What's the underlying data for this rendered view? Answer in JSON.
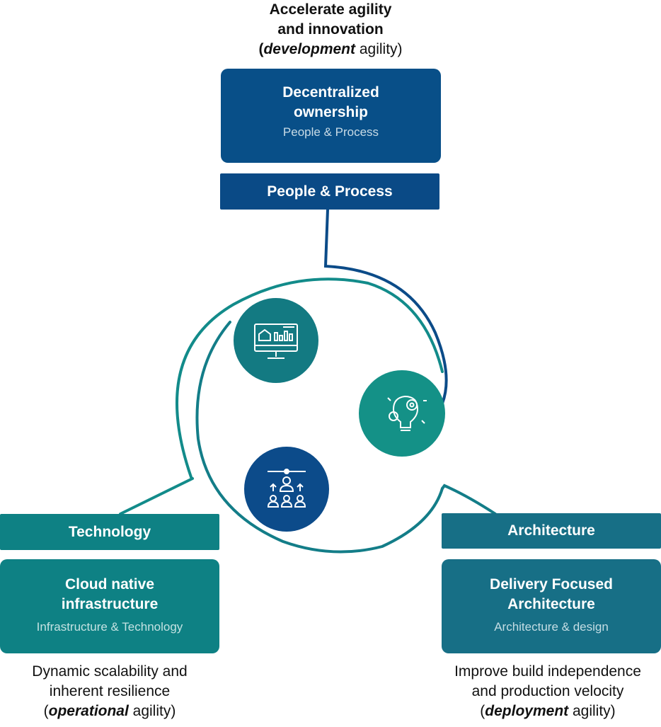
{
  "top": {
    "caption": {
      "line1": "Accelerate agility",
      "line2": "and innovation",
      "paren_open": "(",
      "emphasis": "development",
      "rest": " agility)"
    },
    "box": {
      "title_line1": "Decentralized",
      "title_line2": "ownership",
      "subtitle": "People & Process"
    },
    "bar": "People & Process"
  },
  "left": {
    "bar": "Technology",
    "box": {
      "title_line1": "Cloud native",
      "title_line2": "infrastructure",
      "subtitle": "Infrastructure & Technology"
    },
    "caption": {
      "line1": "Dynamic scalability and",
      "line2": "inherent resilience",
      "paren_open": "(",
      "emphasis": "operational",
      "rest": " agility)"
    }
  },
  "right": {
    "bar": "Architecture",
    "box": {
      "title_line1": "Delivery Focused",
      "title_line2": "Architecture",
      "subtitle": "Architecture & design"
    },
    "caption": {
      "line1": "Improve build independence",
      "line2": "and production velocity",
      "paren_open": "(",
      "emphasis": "deployment",
      "rest": " agility)"
    }
  },
  "icons": {
    "top_left": "dashboard-monitor-icon",
    "right": "lightbulb-gears-icon",
    "bottom": "team-hierarchy-icon"
  },
  "colors": {
    "navy": "#084f88",
    "navy_dark": "#0a4a86",
    "teal": "#0e8184",
    "teal_blue": "#176f86",
    "circle_teal": "#137a82",
    "circle_green": "#149187",
    "circle_navy": "#0c4b8a"
  }
}
